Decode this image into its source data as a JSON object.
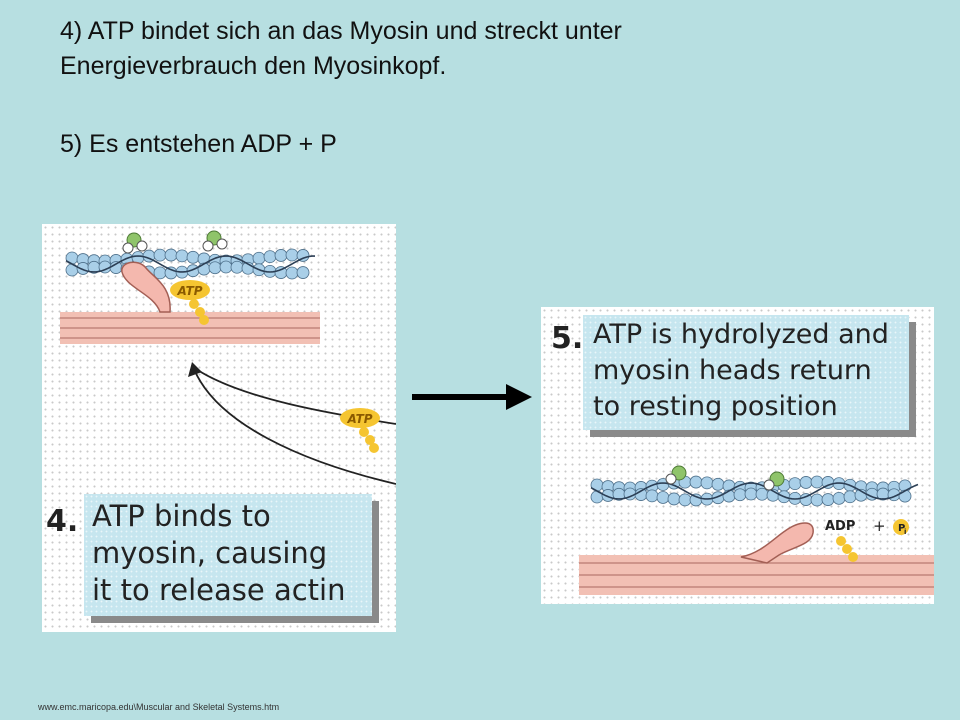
{
  "slide": {
    "line1": "4) ATP bindet sich an das Myosin und streckt unter",
    "line2": "Energieverbrauch  den Myosinkopf.",
    "line3": "5) Es entstehen ADP + P",
    "footer": "www.emc.maricopa.edu\\Muscular and Skeletal Systems.htm"
  },
  "figure_left": {
    "step": "4.",
    "caption": "ATP binds to\nmyosin, causing\nit to release actin",
    "atp_label": "ATP"
  },
  "figure_right": {
    "step": "5.",
    "caption": "ATP is hydrolyzed and\nmyosin heads return\nto resting position",
    "adp_label": "ADP",
    "plus": "+",
    "pi_label": "P",
    "pi_subscript": "i"
  },
  "colors": {
    "background": "#b7dfe1",
    "actin_bead": "#a9cfe8",
    "myosin_head": "#f4b8ae",
    "thick_filament": "#f2c0b4",
    "atp_yellow": "#f5c531",
    "troponin_green": "#8fc46a",
    "caption_box": "#c6e6ef"
  }
}
